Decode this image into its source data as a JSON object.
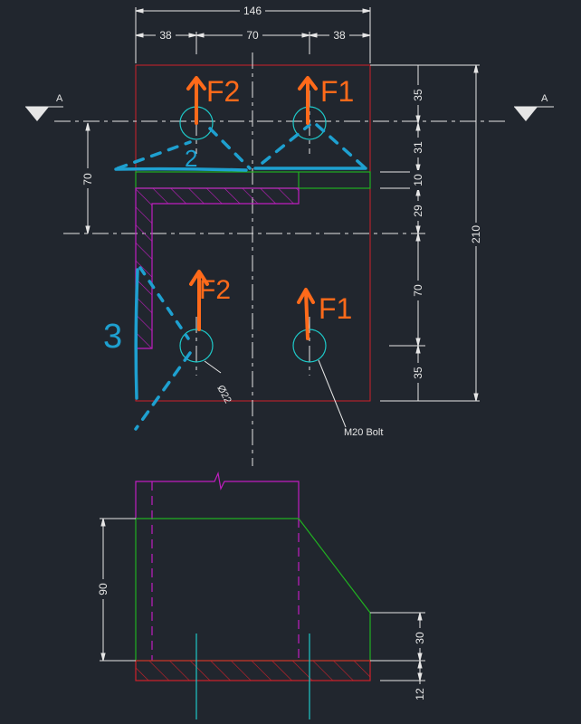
{
  "colors": {
    "background": "#21262e",
    "dimension": "#e6e6e6",
    "outline": "#d0202a",
    "green": "#21b021",
    "magenta": "#c01ec0",
    "cyan": "#1ec8c8",
    "force": "#ff6a1a",
    "marker": "#1ea0d0"
  },
  "top_view": {
    "dim_overall": "146",
    "dim_left": "38",
    "dim_center": "70",
    "dim_right": "38",
    "dim_offset": "70",
    "dim_right_col": [
      "35",
      "31",
      "10",
      "29",
      "70",
      "35"
    ],
    "dim_total": "210",
    "section_mark": "A",
    "hole_label": "Ø22",
    "bolt_label": "M20 Bolt"
  },
  "forces": {
    "f1_top": "F1",
    "f2_top": "F2",
    "f1_bottom": "F1",
    "f2_bottom": "F2",
    "weld_2": "2",
    "weld_3": "3"
  },
  "side_view": {
    "dim_height": "90",
    "dim_chamfer": "30",
    "dim_base": "12"
  }
}
